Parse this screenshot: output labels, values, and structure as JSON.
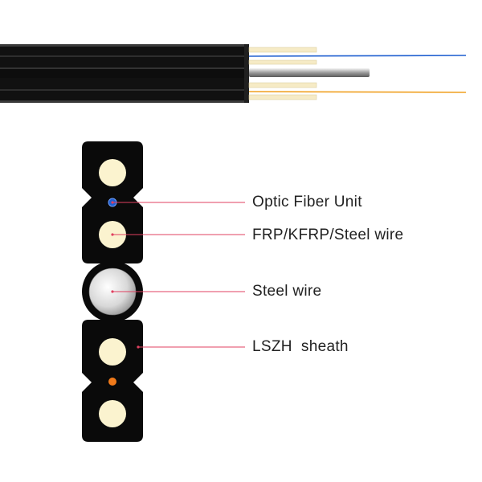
{
  "labels": {
    "optic_fiber_unit": "Optic Fiber Unit",
    "strength_member": "FRP/KFRP/Steel wire",
    "steel_wire": "Steel wire",
    "sheath": "LSZH  sheath"
  },
  "colors": {
    "sheath": "#0a0a0a",
    "fiber_blue": "#1f5fd0",
    "fiber_orange": "#f0a020",
    "strength_member": "#fbf3cf",
    "steel": "#d9d9d9",
    "leader_line": "#e04060"
  }
}
